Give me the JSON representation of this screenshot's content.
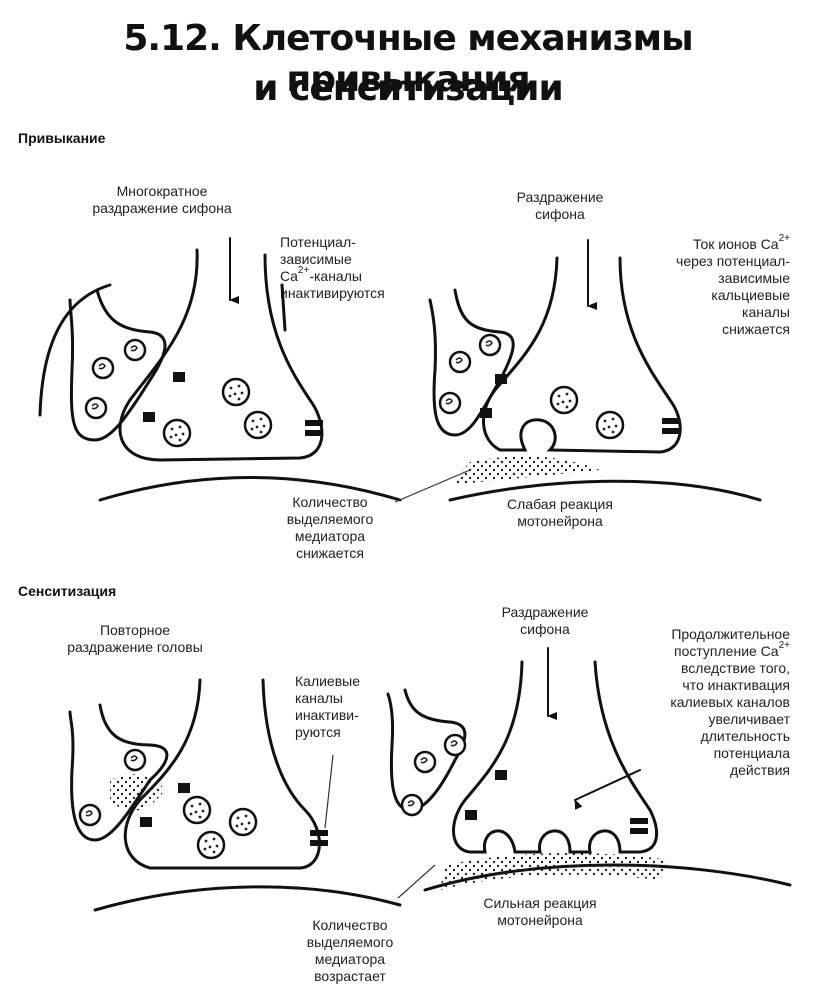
{
  "title": {
    "line1": "5.12. Клеточные механизмы привыкания",
    "line2": "и сенситизации"
  },
  "habituation": {
    "heading": "Привыкание",
    "left_panel": {
      "stimulus_label": "Многократное\nраздражение сифона",
      "channel_label_part1": "Потенциал-\nзависимые",
      "channel_label_ion": "Ca",
      "channel_label_charge": "2+",
      "channel_label_part2": "-каналы\nинактивируются",
      "mediator_label": "Количество\nвыделяемого\nмедиатора\nснижается"
    },
    "right_panel": {
      "stimulus_label": "Раздражение\nсифона",
      "current_label_part1": "Ток ионов Ca",
      "current_label_charge": "2+",
      "current_label_part2": "через потенциал-\nзависимые\nкальциевые\nканалы\nснижается",
      "response_label": "Слабая реакция\nмотонейрона"
    }
  },
  "sensitization": {
    "heading": "Сенситизация",
    "left_panel": {
      "stimulus_label": "Повторное\nраздражение головы",
      "channel_label": "Калиевые\nканалы\nинактиви-\nруются",
      "mediator_label": "Количество\nвыделяемого\nмедиатора\nвозрастает"
    },
    "right_panel": {
      "stimulus_label": "Раздражение\nсифона",
      "influx_label_part1": "Продолжительное",
      "influx_label_charge": "2+",
      "influx_label_part2": "поступление Ca",
      "influx_label_part3": "вследствие того,\nчто инактивация\nкалиевых каналов\nувеличивает\nдлительность\nпотенциала\nдействия",
      "response_label": "Сильная реакция\nмотонейрона"
    }
  }
}
